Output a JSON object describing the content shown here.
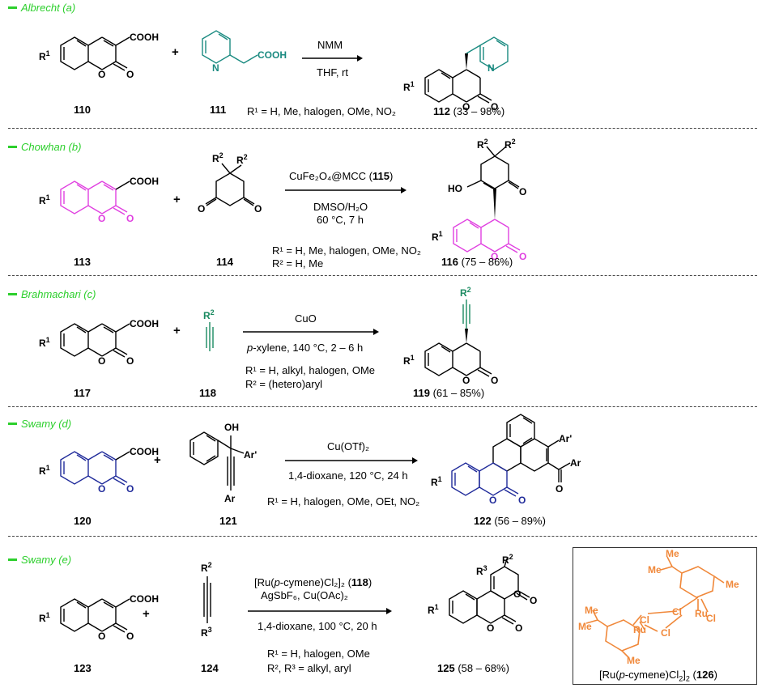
{
  "colors": {
    "accent": "#2ccf2c",
    "teal": "#1a8a80",
    "magenta": "#e040e0",
    "green": "#1a8a60",
    "navy": "#1f2a9a",
    "orange": "#f0883a"
  },
  "panels": [
    {
      "author": "Albrecht (a)",
      "labels": {
        "sm1": "110",
        "sm2": "111",
        "prod": "112",
        "yield": " (33 – 98%)"
      },
      "reagent": "NMM",
      "cond1": "THF, rt",
      "subst": "R¹ = H, Me, halogen, OMe, NO₂"
    },
    {
      "author": "Chowhan (b)",
      "labels": {
        "sm1": "113",
        "sm2": "114",
        "prod": "116",
        "yield": " (75 – 86%)"
      },
      "reagent_pre": "CuFe₂O₄@MCC (",
      "reagent_num": "115",
      "reagent_post": ")",
      "cond1": "DMSO/H₂O",
      "cond2": "60 °C, 7 h",
      "subst": "R¹ = H, Me, halogen, OMe, NO₂",
      "subst2": "R² = H, Me"
    },
    {
      "author": "Brahmachari (c)",
      "labels": {
        "sm1": "117",
        "sm2": "118",
        "prod": "119",
        "yield": " (61 – 85%)"
      },
      "reagent": "CuO",
      "cond_italic": "p",
      "cond1": "-xylene, 140 °C, 2 – 6 h",
      "subst": "R¹ = H, alkyl, halogen, OMe",
      "subst2": "R² = (hetero)aryl"
    },
    {
      "author": "Swamy (d)",
      "labels": {
        "sm1": "120",
        "sm2": "121",
        "prod": "122",
        "yield": " (56 – 89%)"
      },
      "reagent": "Cu(OTf)₂",
      "cond1": "1,4-dioxane, 120 °C, 24 h",
      "subst": "R¹ = H, halogen, OMe, OEt, NO₂"
    },
    {
      "author": "Swamy (e)",
      "labels": {
        "sm1": "123",
        "sm2": "124",
        "prod": "125",
        "yield": " (58 – 68%)"
      },
      "reagent_pre": "[Ru(",
      "reagent_it": "p",
      "reagent_mid": "-cymene)Cl₂]₂ (",
      "reagent_num": "118",
      "reagent_post": ")",
      "reagent2": "AgSbF₆, Cu(OAc)₂",
      "cond1": "1,4-dioxane, 100 °C, 20 h",
      "subst": "R¹ = H, halogen, OMe",
      "subst2": "R², R³ = alkyl, aryl"
    }
  ],
  "atoms": {
    "R1": "R",
    "sup1": "1",
    "R2": "R",
    "sup2": "2",
    "R3": "R",
    "sup3": "3",
    "COOH": "COOH",
    "O": "O",
    "N": "N",
    "OH": "OH",
    "HO": "HO",
    "Ar": "Ar",
    "Arp": "Ar'",
    "Me": "Me",
    "Cl": "Cl",
    "Ru": "Ru"
  },
  "inset": {
    "pre": "[Ru(",
    "it": "p",
    "mid": "-cymene)Cl",
    "sub": "2",
    "post": "]",
    "sub2": "2",
    "open": " (",
    "num": "126",
    "close": ")"
  }
}
